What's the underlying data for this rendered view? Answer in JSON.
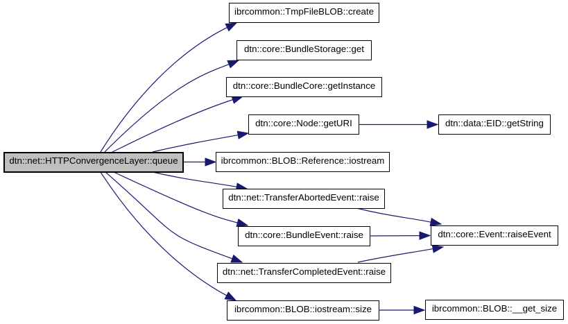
{
  "diagram": {
    "kind": "call-graph",
    "background": "#ffffff",
    "colors": {
      "edge": "#191970",
      "node_border": "#000000",
      "node_fill": "#ffffff",
      "root_fill": "#bfbfbf",
      "text": "#000000"
    },
    "nodes": {
      "queue": {
        "label": "dtn::net::HTTPConvergenceLayer::queue",
        "role": "root"
      },
      "create": {
        "label": "ibrcommon::TmpFileBLOB::create",
        "role": "callee"
      },
      "storage_get": {
        "label": "dtn::core::BundleStorage::get",
        "role": "callee"
      },
      "get_instance": {
        "label": "dtn::core::BundleCore::getInstance",
        "role": "callee"
      },
      "get_uri": {
        "label": "dtn::core::Node::getURI",
        "role": "callee"
      },
      "iostream": {
        "label": "ibrcommon::BLOB::Reference::iostream",
        "role": "callee"
      },
      "aborted_raise": {
        "label": "dtn::net::TransferAbortedEvent::raise",
        "role": "callee"
      },
      "bundle_raise": {
        "label": "dtn::core::BundleEvent::raise",
        "role": "callee"
      },
      "completed_raise": {
        "label": "dtn::net::TransferCompletedEvent::raise",
        "role": "callee"
      },
      "iostream_size": {
        "label": "ibrcommon::BLOB::iostream::size",
        "role": "callee"
      },
      "get_string": {
        "label": "dtn::data::EID::getString",
        "role": "callee"
      },
      "raise_event": {
        "label": "dtn::core::Event::raiseEvent",
        "role": "callee"
      },
      "get_size": {
        "label": "ibrcommon::BLOB::__get_size",
        "role": "callee"
      }
    },
    "edges": [
      {
        "from": "queue",
        "to": "create"
      },
      {
        "from": "queue",
        "to": "storage_get"
      },
      {
        "from": "queue",
        "to": "get_instance"
      },
      {
        "from": "queue",
        "to": "get_uri"
      },
      {
        "from": "queue",
        "to": "iostream"
      },
      {
        "from": "queue",
        "to": "aborted_raise"
      },
      {
        "from": "queue",
        "to": "bundle_raise"
      },
      {
        "from": "queue",
        "to": "completed_raise"
      },
      {
        "from": "queue",
        "to": "iostream_size"
      },
      {
        "from": "get_uri",
        "to": "get_string"
      },
      {
        "from": "aborted_raise",
        "to": "raise_event"
      },
      {
        "from": "bundle_raise",
        "to": "raise_event"
      },
      {
        "from": "completed_raise",
        "to": "raise_event"
      },
      {
        "from": "iostream_size",
        "to": "get_size"
      }
    ]
  }
}
